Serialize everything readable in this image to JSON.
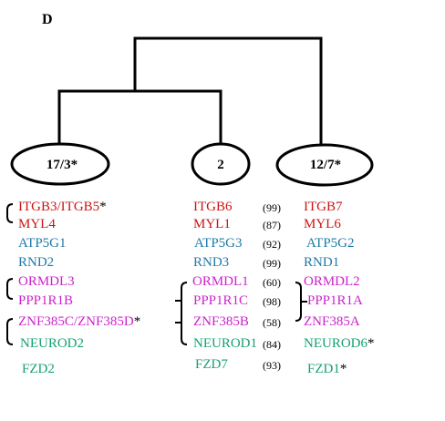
{
  "panel_label": "D",
  "nodes": [
    {
      "label": "17/3*"
    },
    {
      "label": "2"
    },
    {
      "label": "12/7*"
    }
  ],
  "colors": {
    "red": "#cc1414",
    "blue": "#1f7aa8",
    "magenta": "#cc22cc",
    "green": "#16a070",
    "black": "#000000"
  },
  "columns": [
    {
      "genes": [
        {
          "text": "ITGB3/ITGB5",
          "suffix": "*",
          "color": "red"
        },
        {
          "text": "MYL4",
          "suffix": "",
          "color": "red"
        },
        {
          "text": "ATP5G1",
          "suffix": "",
          "color": "blue"
        },
        {
          "text": "RND2",
          "suffix": "",
          "color": "blue"
        },
        {
          "text": "ORMDL3",
          "suffix": "",
          "color": "magenta"
        },
        {
          "text": "PPP1R1B",
          "suffix": "",
          "color": "magenta"
        },
        {
          "text": "ZNF385C/ZNF385D",
          "suffix": "*",
          "color": "magenta"
        },
        {
          "text": "NEUROD2",
          "suffix": "",
          "color": "green"
        },
        {
          "text": "FZD2",
          "suffix": "",
          "color": "green"
        }
      ]
    },
    {
      "genes": [
        {
          "text": "ITGB6",
          "suffix": "",
          "color": "red",
          "score": "(99)"
        },
        {
          "text": "MYL1",
          "suffix": "",
          "color": "red",
          "score": "(87)"
        },
        {
          "text": "ATP5G3",
          "suffix": "",
          "color": "blue",
          "score": "(92)"
        },
        {
          "text": "RND3",
          "suffix": "",
          "color": "blue",
          "score": "(99)"
        },
        {
          "text": "ORMDL1",
          "suffix": "",
          "color": "magenta",
          "score": "(60)"
        },
        {
          "text": "PPP1R1C",
          "suffix": "",
          "color": "magenta",
          "score": "(98)"
        },
        {
          "text": "ZNF385B",
          "suffix": "",
          "color": "magenta",
          "score": "(58)"
        },
        {
          "text": "NEUROD1",
          "suffix": "",
          "color": "green",
          "score": "(84)"
        },
        {
          "text": "FZD7",
          "suffix": "",
          "color": "green",
          "score": "(93)"
        }
      ]
    },
    {
      "genes": [
        {
          "text": "ITGB7",
          "suffix": "",
          "color": "red"
        },
        {
          "text": "MYL6",
          "suffix": "",
          "color": "red"
        },
        {
          "text": "ATP5G2",
          "suffix": "",
          "color": "blue"
        },
        {
          "text": "RND1",
          "suffix": "",
          "color": "blue"
        },
        {
          "text": "ORMDL2",
          "suffix": "",
          "color": "magenta"
        },
        {
          "text": "PPP1R1A",
          "suffix": "",
          "color": "magenta"
        },
        {
          "text": "ZNF385A",
          "suffix": "",
          "color": "magenta"
        },
        {
          "text": "NEUROD6",
          "suffix": "*",
          "color": "green"
        },
        {
          "text": "FZD1",
          "suffix": "*",
          "color": "green"
        }
      ]
    }
  ]
}
